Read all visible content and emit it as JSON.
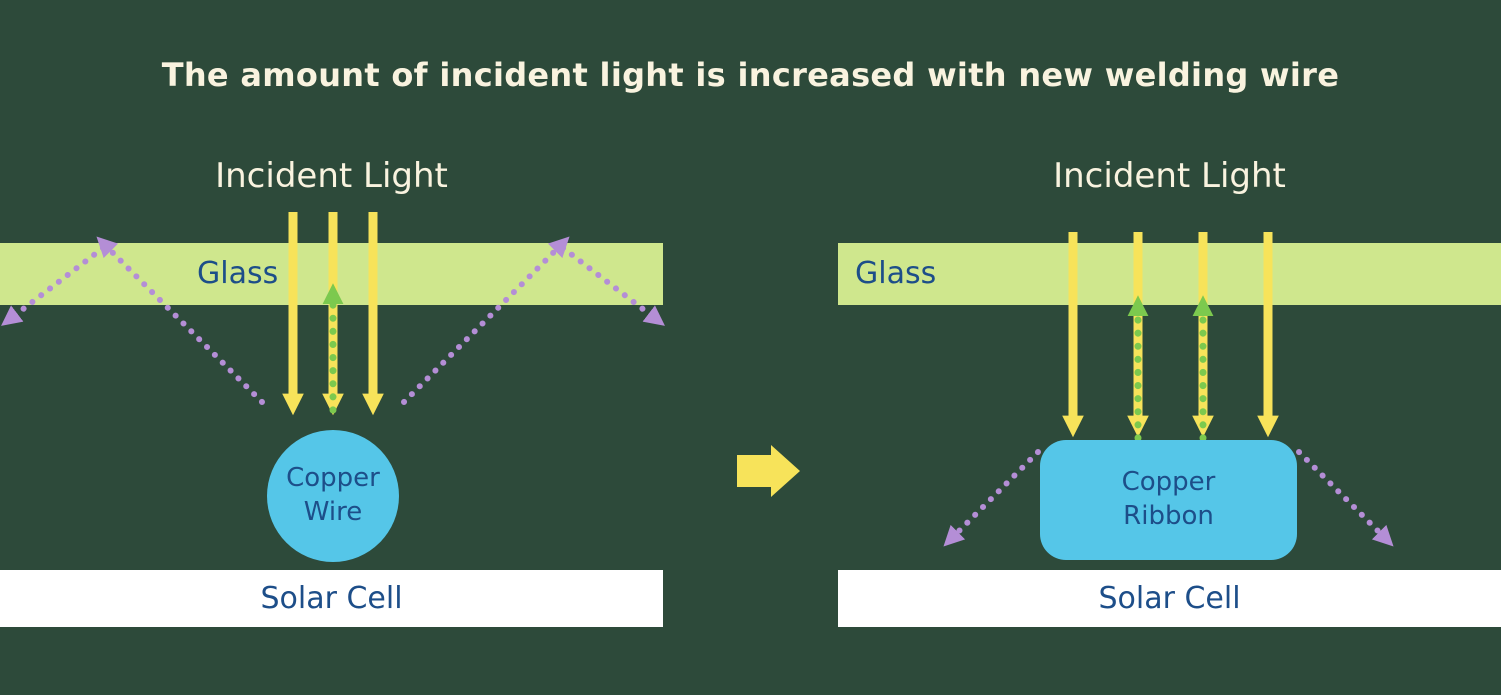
{
  "title": "The amount of incident light is increased with new welding wire",
  "left_diagram": {
    "incident_light": "Incident Light",
    "glass": "Glass",
    "copper_line1": "Copper",
    "copper_line2": "Wire",
    "solar_cell": "Solar Cell"
  },
  "right_diagram": {
    "incident_light": "Incident Light",
    "glass": "Glass",
    "copper_line1": "Copper",
    "copper_line2": "Ribbon",
    "solar_cell": "Solar Cell"
  },
  "colors": {
    "background": "#2d4a3a",
    "title_text": "#f9f3df",
    "label_cream": "#f9f3df",
    "glass_band": "#cfe78d",
    "navy_text": "#1d4e89",
    "arrow_yellow": "#f7e35a",
    "ray_purple": "#b48ed6",
    "ray_green": "#7cc94e",
    "copper_cyan": "#55c6e8",
    "solar_white": "#ffffff"
  }
}
